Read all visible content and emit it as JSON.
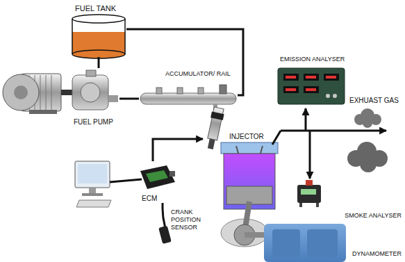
{
  "diagram": {
    "nodes": [
      {
        "text": [
          "FUEL TANK"
        ]
      },
      {
        "text": [
          "FUEL PUMP"
        ]
      },
      {
        "text": [
          "ACCUMULATOR/ RAIL"
        ]
      },
      {
        "text": [
          "EMISSION ANALYSER"
        ]
      },
      {
        "text": [
          "INJECTOR"
        ]
      },
      {
        "text": [
          "EXHUAST GAS"
        ]
      },
      {
        "text": [
          "ECM"
        ]
      },
      {
        "text": [
          "CRANK POSITION SENSOR"
        ]
      },
      {
        "text": [
          "SMOKE ANALYSER"
        ]
      },
      {
        "text": [
          "DYNAMOMETER"
        ]
      }
    ],
    "edges": [
      {
        "from": 0,
        "to": 1,
        "arrow": "none"
      },
      {
        "from": 1,
        "to": 2,
        "arrow": "none"
      },
      {
        "from": 2,
        "to": 0,
        "arrow": "none"
      },
      {
        "from": 6,
        "to": 4,
        "arrow": "to"
      },
      {
        "from": 7,
        "to": 6,
        "arrow": "none"
      }
    ]
  }
}
